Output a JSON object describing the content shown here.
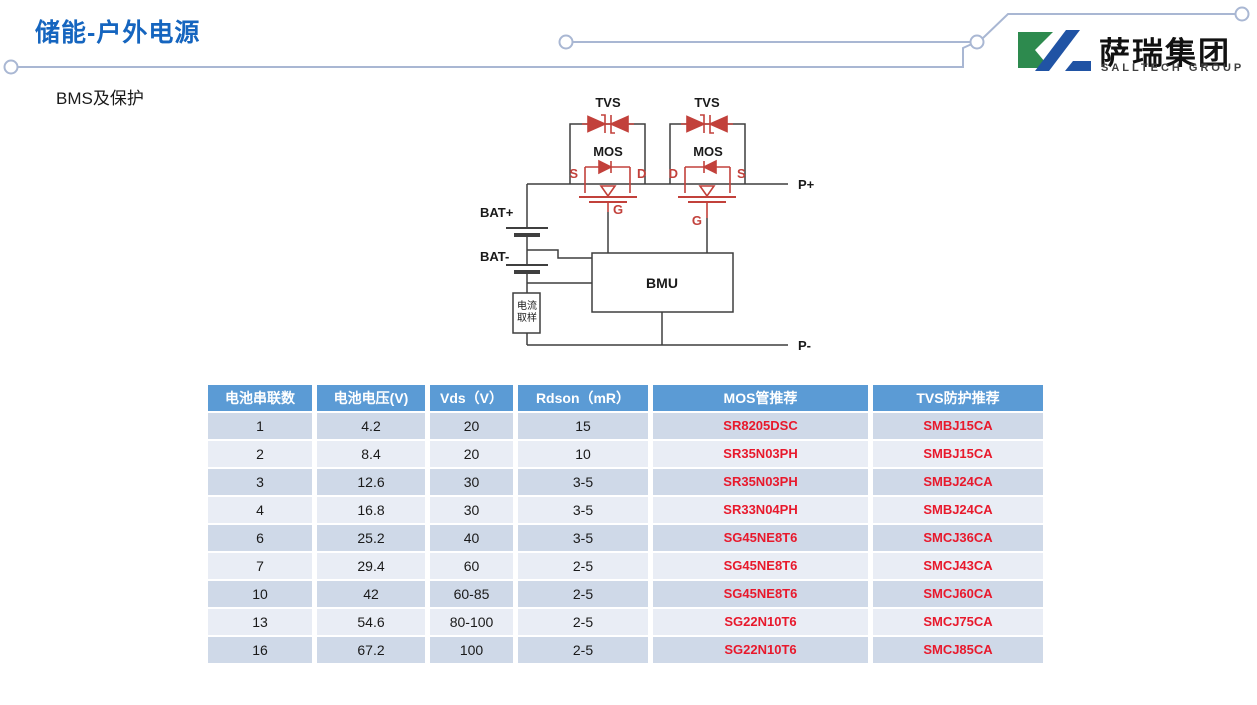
{
  "page": {
    "title": "储能-户外电源",
    "subtitle": "BMS及保护"
  },
  "logo": {
    "name_cn": "萨瑞集团",
    "name_en": "SALLTECH GROUP",
    "mark_green": "#2d8a4e",
    "mark_blue": "#2053a4"
  },
  "decor": {
    "line_color": "#a9b7d3"
  },
  "circuit": {
    "colors": {
      "wire": "#3f3f3f",
      "component": "#c2413b"
    },
    "labels": {
      "tvs_left": "TVS",
      "tvs_right": "TVS",
      "mos_left": "MOS",
      "mos_right": "MOS",
      "s_left": "S",
      "d_left": "D",
      "d_right": "D",
      "s_right": "S",
      "g_left": "G",
      "g_right": "G",
      "bat_plus": "BAT+",
      "bat_minus": "BAT-",
      "current_sample_line1": "电流",
      "current_sample_line2": "取样",
      "bmu": "BMU",
      "p_plus": "P+",
      "p_minus": "P-"
    }
  },
  "table": {
    "header_bg": "#5b9bd5",
    "row_bg_dark": "#cfd9e8",
    "row_bg_light": "#e9edf5",
    "part_number_color": "#e8192c",
    "headers": [
      "电池串联数",
      "电池电压(V)",
      "Vds（V）",
      "Rdson（mR）",
      "MOS管推荐",
      "TVS防护推荐"
    ],
    "rows": [
      [
        "1",
        "4.2",
        "20",
        "15",
        "SR8205DSC",
        "SMBJ15CA"
      ],
      [
        "2",
        "8.4",
        "20",
        "10",
        "SR35N03PH",
        "SMBJ15CA"
      ],
      [
        "3",
        "12.6",
        "30",
        "3-5",
        "SR35N03PH",
        "SMBJ24CA"
      ],
      [
        "4",
        "16.8",
        "30",
        "3-5",
        "SR33N04PH",
        "SMBJ24CA"
      ],
      [
        "6",
        "25.2",
        "40",
        "3-5",
        "SG45NE8T6",
        "SMCJ36CA"
      ],
      [
        "7",
        "29.4",
        "60",
        "2-5",
        "SG45NE8T6",
        "SMCJ43CA"
      ],
      [
        "10",
        "42",
        "60-85",
        "2-5",
        "SG45NE8T6",
        "SMCJ60CA"
      ],
      [
        "13",
        "54.6",
        "80-100",
        "2-5",
        "SG22N10T6",
        "SMCJ75CA"
      ],
      [
        "16",
        "67.2",
        "100",
        "2-5",
        "SG22N10T6",
        "SMCJ85CA"
      ]
    ]
  }
}
